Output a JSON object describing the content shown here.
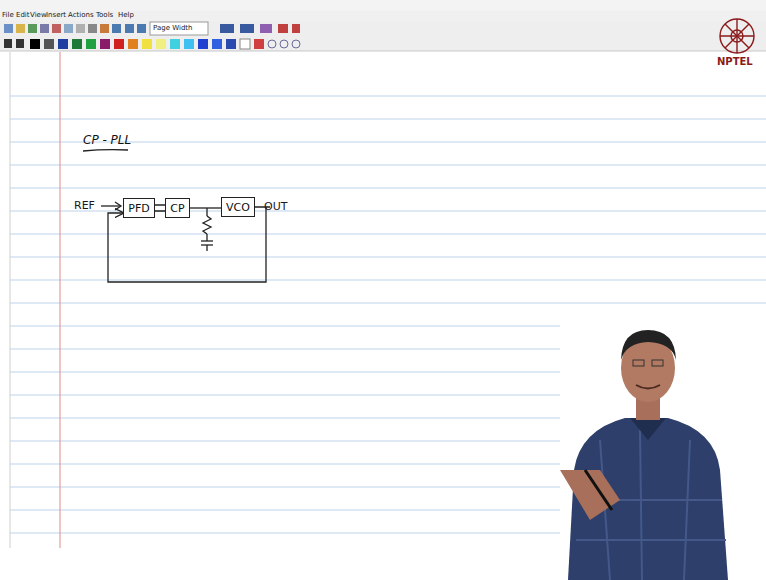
{
  "diagram": {
    "title": "CP - PLL",
    "nodes": [
      {
        "text": [
          "PFD"
        ]
      },
      {
        "text": [
          "CP"
        ]
      },
      {
        "text": [
          "VCO"
        ]
      }
    ],
    "edges": [
      {
        "from": 0,
        "to": 1,
        "arrow": "none"
      },
      {
        "from": 1,
        "to": 2,
        "arrow": "none"
      },
      {
        "from": 2,
        "to": 0,
        "arrow": "to"
      }
    ],
    "labels": [
      "File",
      "Edit",
      "View",
      "Insert",
      "Actions",
      "Tools",
      "Help",
      "Page Width",
      "REF",
      "OUT",
      "NPTEL"
    ]
  }
}
